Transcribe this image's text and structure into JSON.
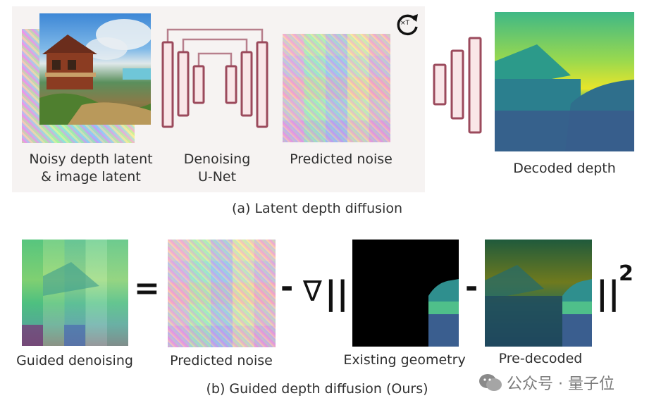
{
  "panel_a": {
    "caption": "(a) Latent depth diffusion",
    "labels": {
      "noisy_latent": [
        "Noisy depth latent",
        "& image latent"
      ],
      "unet": [
        "Denoising",
        "U-Net"
      ],
      "predicted_noise": "Predicted noise",
      "decoded_depth": "Decoded depth"
    },
    "repeat_badge": "×T"
  },
  "panel_b": {
    "caption": "(b) Guided depth diffusion (Ours)",
    "labels": {
      "guided_denoising": "Guided denoising",
      "predicted_noise": "Predicted noise",
      "existing_geometry": "Existing geometry",
      "pre_decoded": "Pre-decoded"
    },
    "symbols": {
      "equals": "=",
      "minus": "-",
      "nabla": "∇",
      "norm_open": "||",
      "norm_close": "||",
      "exponent": "2"
    }
  },
  "watermark": "公众号 · 量子位",
  "colors": {
    "unet_fill": "#f9e6e8",
    "unet_stroke": "#9b4a5c",
    "panel_bg": "#f6f3f2"
  }
}
